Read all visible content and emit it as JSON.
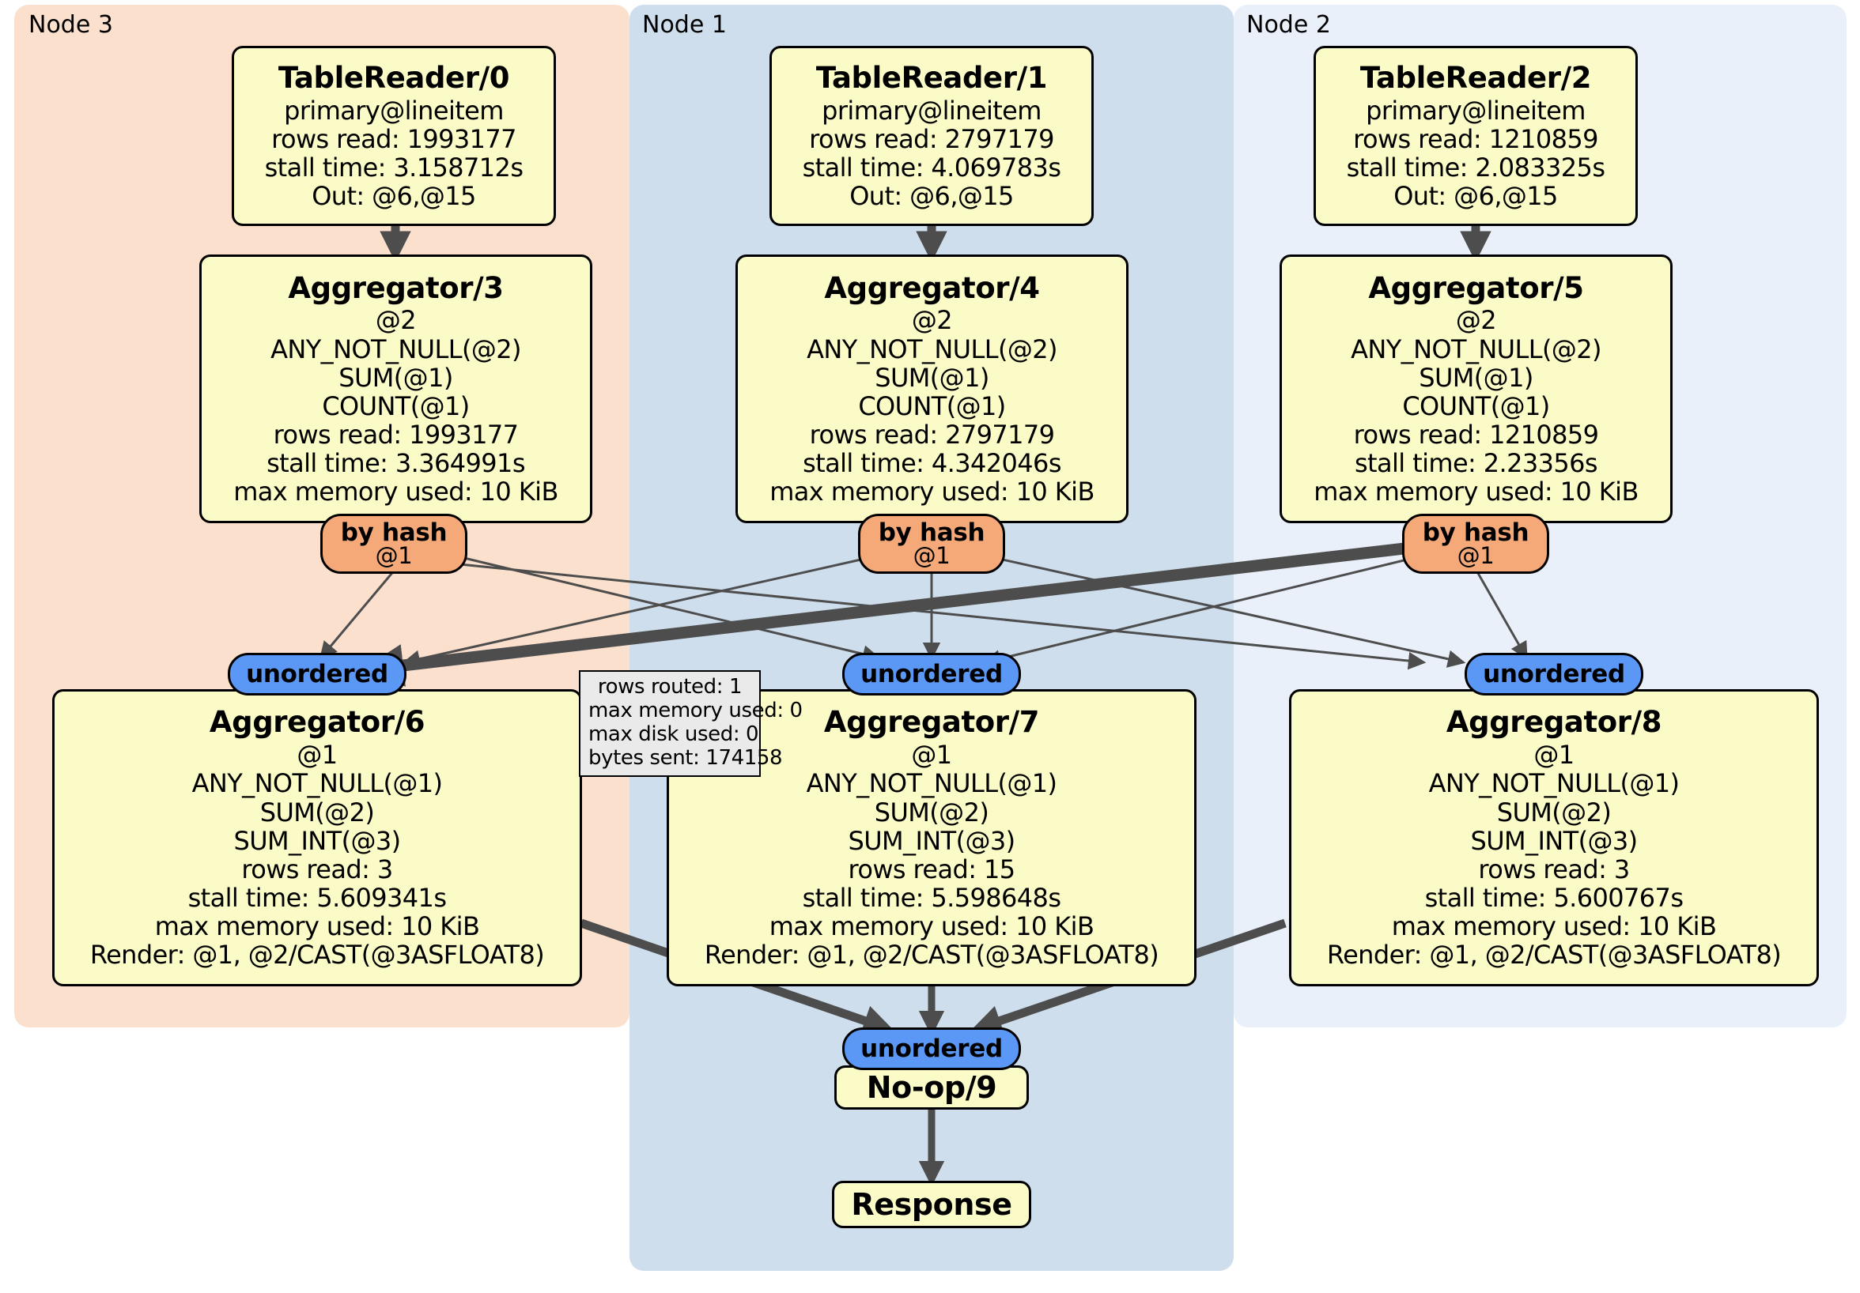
{
  "diagram": {
    "type": "query-execution-plan-graph",
    "clusters": [
      {
        "id": "node3",
        "label": "Node 3",
        "color": "#fce0ce"
      },
      {
        "id": "node1",
        "label": "Node 1",
        "color": "#cfdeed"
      },
      {
        "id": "node2",
        "label": "Node 2",
        "color": "#eaf0fa"
      }
    ],
    "nodes": [
      {
        "id": "tablereader0",
        "cluster": "node3",
        "title": "TableReader/0",
        "lines": [
          "primary@lineitem",
          "rows read: 1993177",
          "stall time: 3.158712s",
          "Out: @6,@15"
        ]
      },
      {
        "id": "tablereader1",
        "cluster": "node1",
        "title": "TableReader/1",
        "lines": [
          "primary@lineitem",
          "rows read: 2797179",
          "stall time: 4.069783s",
          "Out: @6,@15"
        ]
      },
      {
        "id": "tablereader2",
        "cluster": "node2",
        "title": "TableReader/2",
        "lines": [
          "primary@lineitem",
          "rows read: 1210859",
          "stall time: 2.083325s",
          "Out: @6,@15"
        ]
      },
      {
        "id": "aggregator3",
        "cluster": "node3",
        "title": "Aggregator/3",
        "lines": [
          "@2",
          "ANY_NOT_NULL(@2)",
          "SUM(@1)",
          "COUNT(@1)",
          "rows read: 1993177",
          "stall time: 3.364991s",
          "max memory used: 10 KiB"
        ]
      },
      {
        "id": "aggregator4",
        "cluster": "node1",
        "title": "Aggregator/4",
        "lines": [
          "@2",
          "ANY_NOT_NULL(@2)",
          "SUM(@1)",
          "COUNT(@1)",
          "rows read: 2797179",
          "stall time: 4.342046s",
          "max memory used: 10 KiB"
        ]
      },
      {
        "id": "aggregator5",
        "cluster": "node2",
        "title": "Aggregator/5",
        "lines": [
          "@2",
          "ANY_NOT_NULL(@2)",
          "SUM(@1)",
          "COUNT(@1)",
          "rows read: 1210859",
          "stall time: 2.23356s",
          "max memory used: 10 KiB"
        ]
      },
      {
        "id": "aggregator6",
        "cluster": "node3",
        "title": "Aggregator/6",
        "lines": [
          "@1",
          "ANY_NOT_NULL(@1)",
          "SUM(@2)",
          "SUM_INT(@3)",
          "rows read: 3",
          "stall time: 5.609341s",
          "max memory used: 10 KiB",
          "Render: @1, @2/CAST(@3ASFLOAT8)"
        ]
      },
      {
        "id": "aggregator7",
        "cluster": "node1",
        "title": "Aggregator/7",
        "lines": [
          "@1",
          "ANY_NOT_NULL(@1)",
          "SUM(@2)",
          "SUM_INT(@3)",
          "rows read: 15",
          "stall time: 5.598648s",
          "max memory used: 10 KiB",
          "Render: @1, @2/CAST(@3ASFLOAT8)"
        ]
      },
      {
        "id": "aggregator8",
        "cluster": "node2",
        "title": "Aggregator/8",
        "lines": [
          "@1",
          "ANY_NOT_NULL(@1)",
          "SUM(@2)",
          "SUM_INT(@3)",
          "rows read: 3",
          "stall time: 5.600767s",
          "max memory used: 10 KiB",
          "Render: @1, @2/CAST(@3ASFLOAT8)"
        ]
      },
      {
        "id": "noop9",
        "cluster": "node1",
        "title": "No-op/9",
        "lines": []
      },
      {
        "id": "response",
        "cluster": "node1",
        "title": "Response",
        "lines": []
      }
    ],
    "routers": [
      {
        "id": "byhash-left",
        "kind": "by-hash",
        "label": "by hash",
        "sublabel": "@1"
      },
      {
        "id": "byhash-center",
        "kind": "by-hash",
        "label": "by hash",
        "sublabel": "@1"
      },
      {
        "id": "byhash-right",
        "kind": "by-hash",
        "label": "by hash",
        "sublabel": "@1"
      },
      {
        "id": "unordered-left",
        "kind": "unordered",
        "label": "unordered",
        "sublabel": ""
      },
      {
        "id": "unordered-center",
        "kind": "unordered",
        "label": "unordered",
        "sublabel": ""
      },
      {
        "id": "unordered-right",
        "kind": "unordered",
        "label": "unordered",
        "sublabel": ""
      },
      {
        "id": "unordered-final",
        "kind": "unordered",
        "label": "unordered",
        "sublabel": ""
      }
    ],
    "tooltip": {
      "lines": [
        "rows routed: 1",
        "max memory used: 0",
        "max disk used: 0",
        "bytes sent: 174158"
      ]
    },
    "colors": {
      "node_fill": "#fbfbc8",
      "node_stroke": "#000000",
      "hash_fill": "#f5a978",
      "unordered_fill": "#5b97f5",
      "edge": "#4d4d4d",
      "cluster_node3": "#fce0ce",
      "cluster_node1": "#cfdeed",
      "cluster_node2": "#eaf0fa",
      "tooltip_fill": "#eaeaea"
    }
  }
}
